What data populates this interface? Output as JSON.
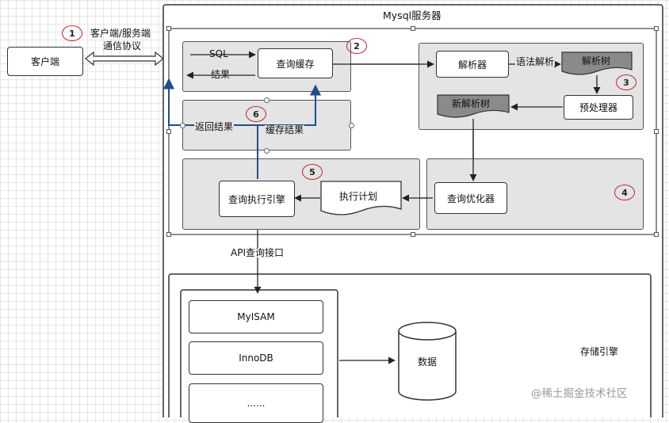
{
  "server": {
    "title": "Mysql服务器"
  },
  "client": {
    "label": "客户端"
  },
  "protocol": {
    "line1": "客户端/服务端",
    "line2": "通信协议"
  },
  "cache": {
    "sql_label": "SQL",
    "result_label": "结果",
    "box_label": "查询缓存"
  },
  "parser": {
    "parser_box": "解析器",
    "syntax_label": "语法解析",
    "parse_tree": "解析树",
    "preprocessor": "预处理器",
    "new_parse_tree": "新解析树"
  },
  "return_group": {
    "return_label": "返回结果",
    "cache_result_label": "缓存结果"
  },
  "execution": {
    "engine": "查询执行引擎",
    "plan": "执行计划",
    "optimizer": "查询优化器"
  },
  "api": {
    "label": "API查询接口"
  },
  "storage": {
    "title": "存储引擎",
    "engines": [
      "MyISAM",
      "InnoDB",
      "......"
    ],
    "data_label": "数据"
  },
  "badges": [
    "1",
    "2",
    "3",
    "4",
    "5",
    "6"
  ],
  "watermark": "@稀土掘金技术社区",
  "colors": {
    "badge_ring": "#c0262c",
    "blue_path": "#1f4e8c",
    "group_fill": "#e4e4e4",
    "dark_doc": "#8a8a8a"
  }
}
